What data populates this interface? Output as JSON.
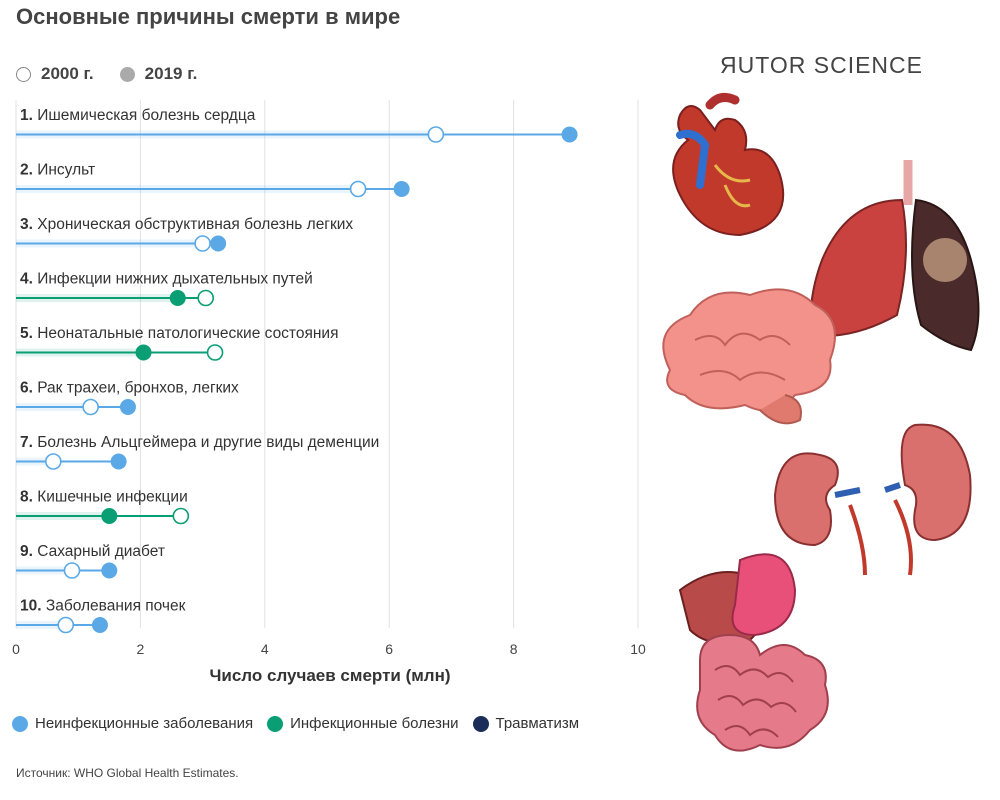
{
  "title": "Основные причины смерти в мире",
  "brand": "ЯUTOR SCIENCE",
  "year_legend": [
    {
      "label": "2000 г.",
      "style": "open"
    },
    {
      "label": "2019 г.",
      "style": "filled"
    }
  ],
  "category_legend": [
    {
      "label": "Неинфекционные заболевания",
      "color": "#5aa9e6"
    },
    {
      "label": "Инфекционные болезни",
      "color": "#0a9e74"
    },
    {
      "label": "Травматизм",
      "color": "#1b2e5a"
    }
  ],
  "source": "Источник: WHO Global Health Estimates.",
  "chart_data": {
    "type": "dumbbell",
    "title": "Основные причины смерти в мире",
    "xlabel": "Число случаев смерти (млн)",
    "ylabel": "",
    "xlim": [
      0,
      10
    ],
    "xticks": [
      0,
      2,
      4,
      6,
      8,
      10
    ],
    "grid": true,
    "series_names": [
      "2000 г.",
      "2019 г."
    ],
    "rows": [
      {
        "rank": "1.",
        "label": "Ишемическая болезнь сердца",
        "category": "noncommunicable",
        "v2000": 6.75,
        "v2019": 8.9
      },
      {
        "rank": "2.",
        "label": "Инсульт",
        "category": "noncommunicable",
        "v2000": 5.5,
        "v2019": 6.2
      },
      {
        "rank": "3.",
        "label": "Хроническая обструктивная болезнь легких",
        "category": "noncommunicable",
        "v2000": 3.0,
        "v2019": 3.25
      },
      {
        "rank": "4.",
        "label": "Инфекции нижних дыхательных путей",
        "category": "communicable",
        "v2000": 3.05,
        "v2019": 2.6
      },
      {
        "rank": "5.",
        "label": "Неонатальные патологические состояния",
        "category": "communicable",
        "v2000": 3.2,
        "v2019": 2.05
      },
      {
        "rank": "6.",
        "label": "Рак трахеи, бронхов, легких",
        "category": "noncommunicable",
        "v2000": 1.2,
        "v2019": 1.8
      },
      {
        "rank": "7.",
        "label": "Болезнь Альцгеймера и другие виды деменции",
        "category": "noncommunicable",
        "v2000": 0.6,
        "v2019": 1.65
      },
      {
        "rank": "8.",
        "label": "Кишечные инфекции",
        "category": "communicable",
        "v2000": 2.65,
        "v2019": 1.5
      },
      {
        "rank": "9.",
        "label": "Сахарный диабет",
        "category": "noncommunicable",
        "v2000": 0.9,
        "v2019": 1.5
      },
      {
        "rank": "10.",
        "label": "Заболевания почек",
        "category": "noncommunicable",
        "v2000": 0.8,
        "v2019": 1.35
      }
    ],
    "category_colors": {
      "noncommunicable": "#5aa9e6",
      "communicable": "#0a9e74",
      "injuries": "#1b2e5a"
    }
  }
}
